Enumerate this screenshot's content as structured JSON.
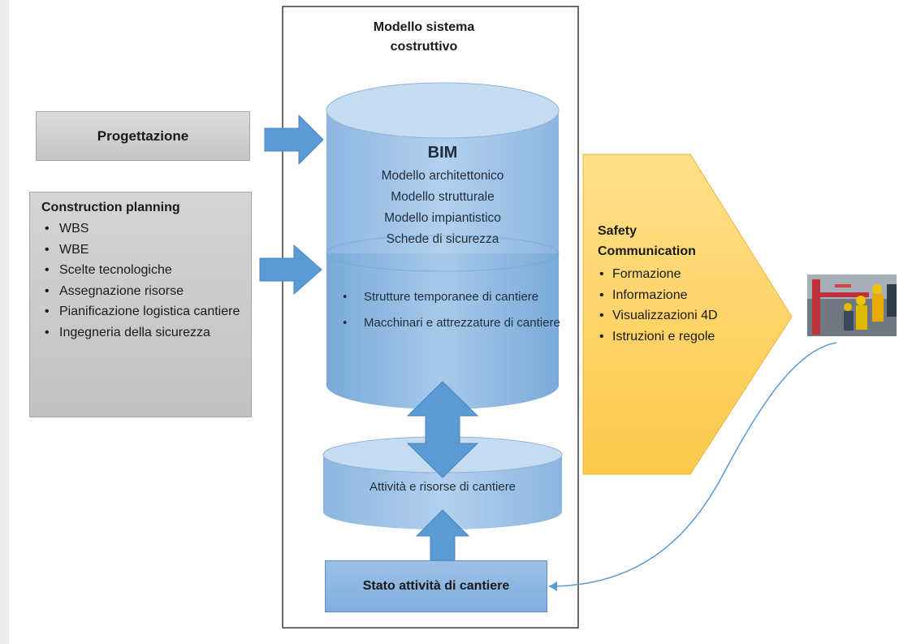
{
  "frame": {
    "title_line1": "Modello sistema",
    "title_line2": "costruttivo"
  },
  "progettazione": {
    "label": "Progettazione"
  },
  "construction_planning": {
    "title": "Construction planning",
    "items": [
      "WBS",
      "WBE",
      "Scelte tecnologiche",
      "Assegnazione risorse",
      "Pianificazione logistica cantiere",
      "Ingegneria della sicurezza"
    ]
  },
  "bim": {
    "title": "BIM",
    "models": [
      "Modello architettonico",
      "Modello strutturale",
      "Modello impiantistico",
      "Schede di sicurezza"
    ]
  },
  "temporary": {
    "items": [
      "Strutture temporanee di cantiere",
      "Macchinari e attrezzature di cantiere"
    ]
  },
  "attivita": {
    "label": "Attività e risorse di cantiere"
  },
  "stato": {
    "label": "Stato attività di cantiere"
  },
  "safety": {
    "title_line1": "Safety",
    "title_line2": "Communication",
    "items": [
      "Formazione",
      "Informazione",
      "Visualizzazioni 4D",
      "Istruzioni e regole"
    ]
  },
  "colors": {
    "cylinder_fill": "#9dc3e6",
    "cylinder_top": "#bdd7ee",
    "arrow_blue": "#5b9bd5",
    "safety_fill": "#ffd966",
    "grey_box": "#cfcfcf",
    "connector": "#5b9bd5"
  }
}
